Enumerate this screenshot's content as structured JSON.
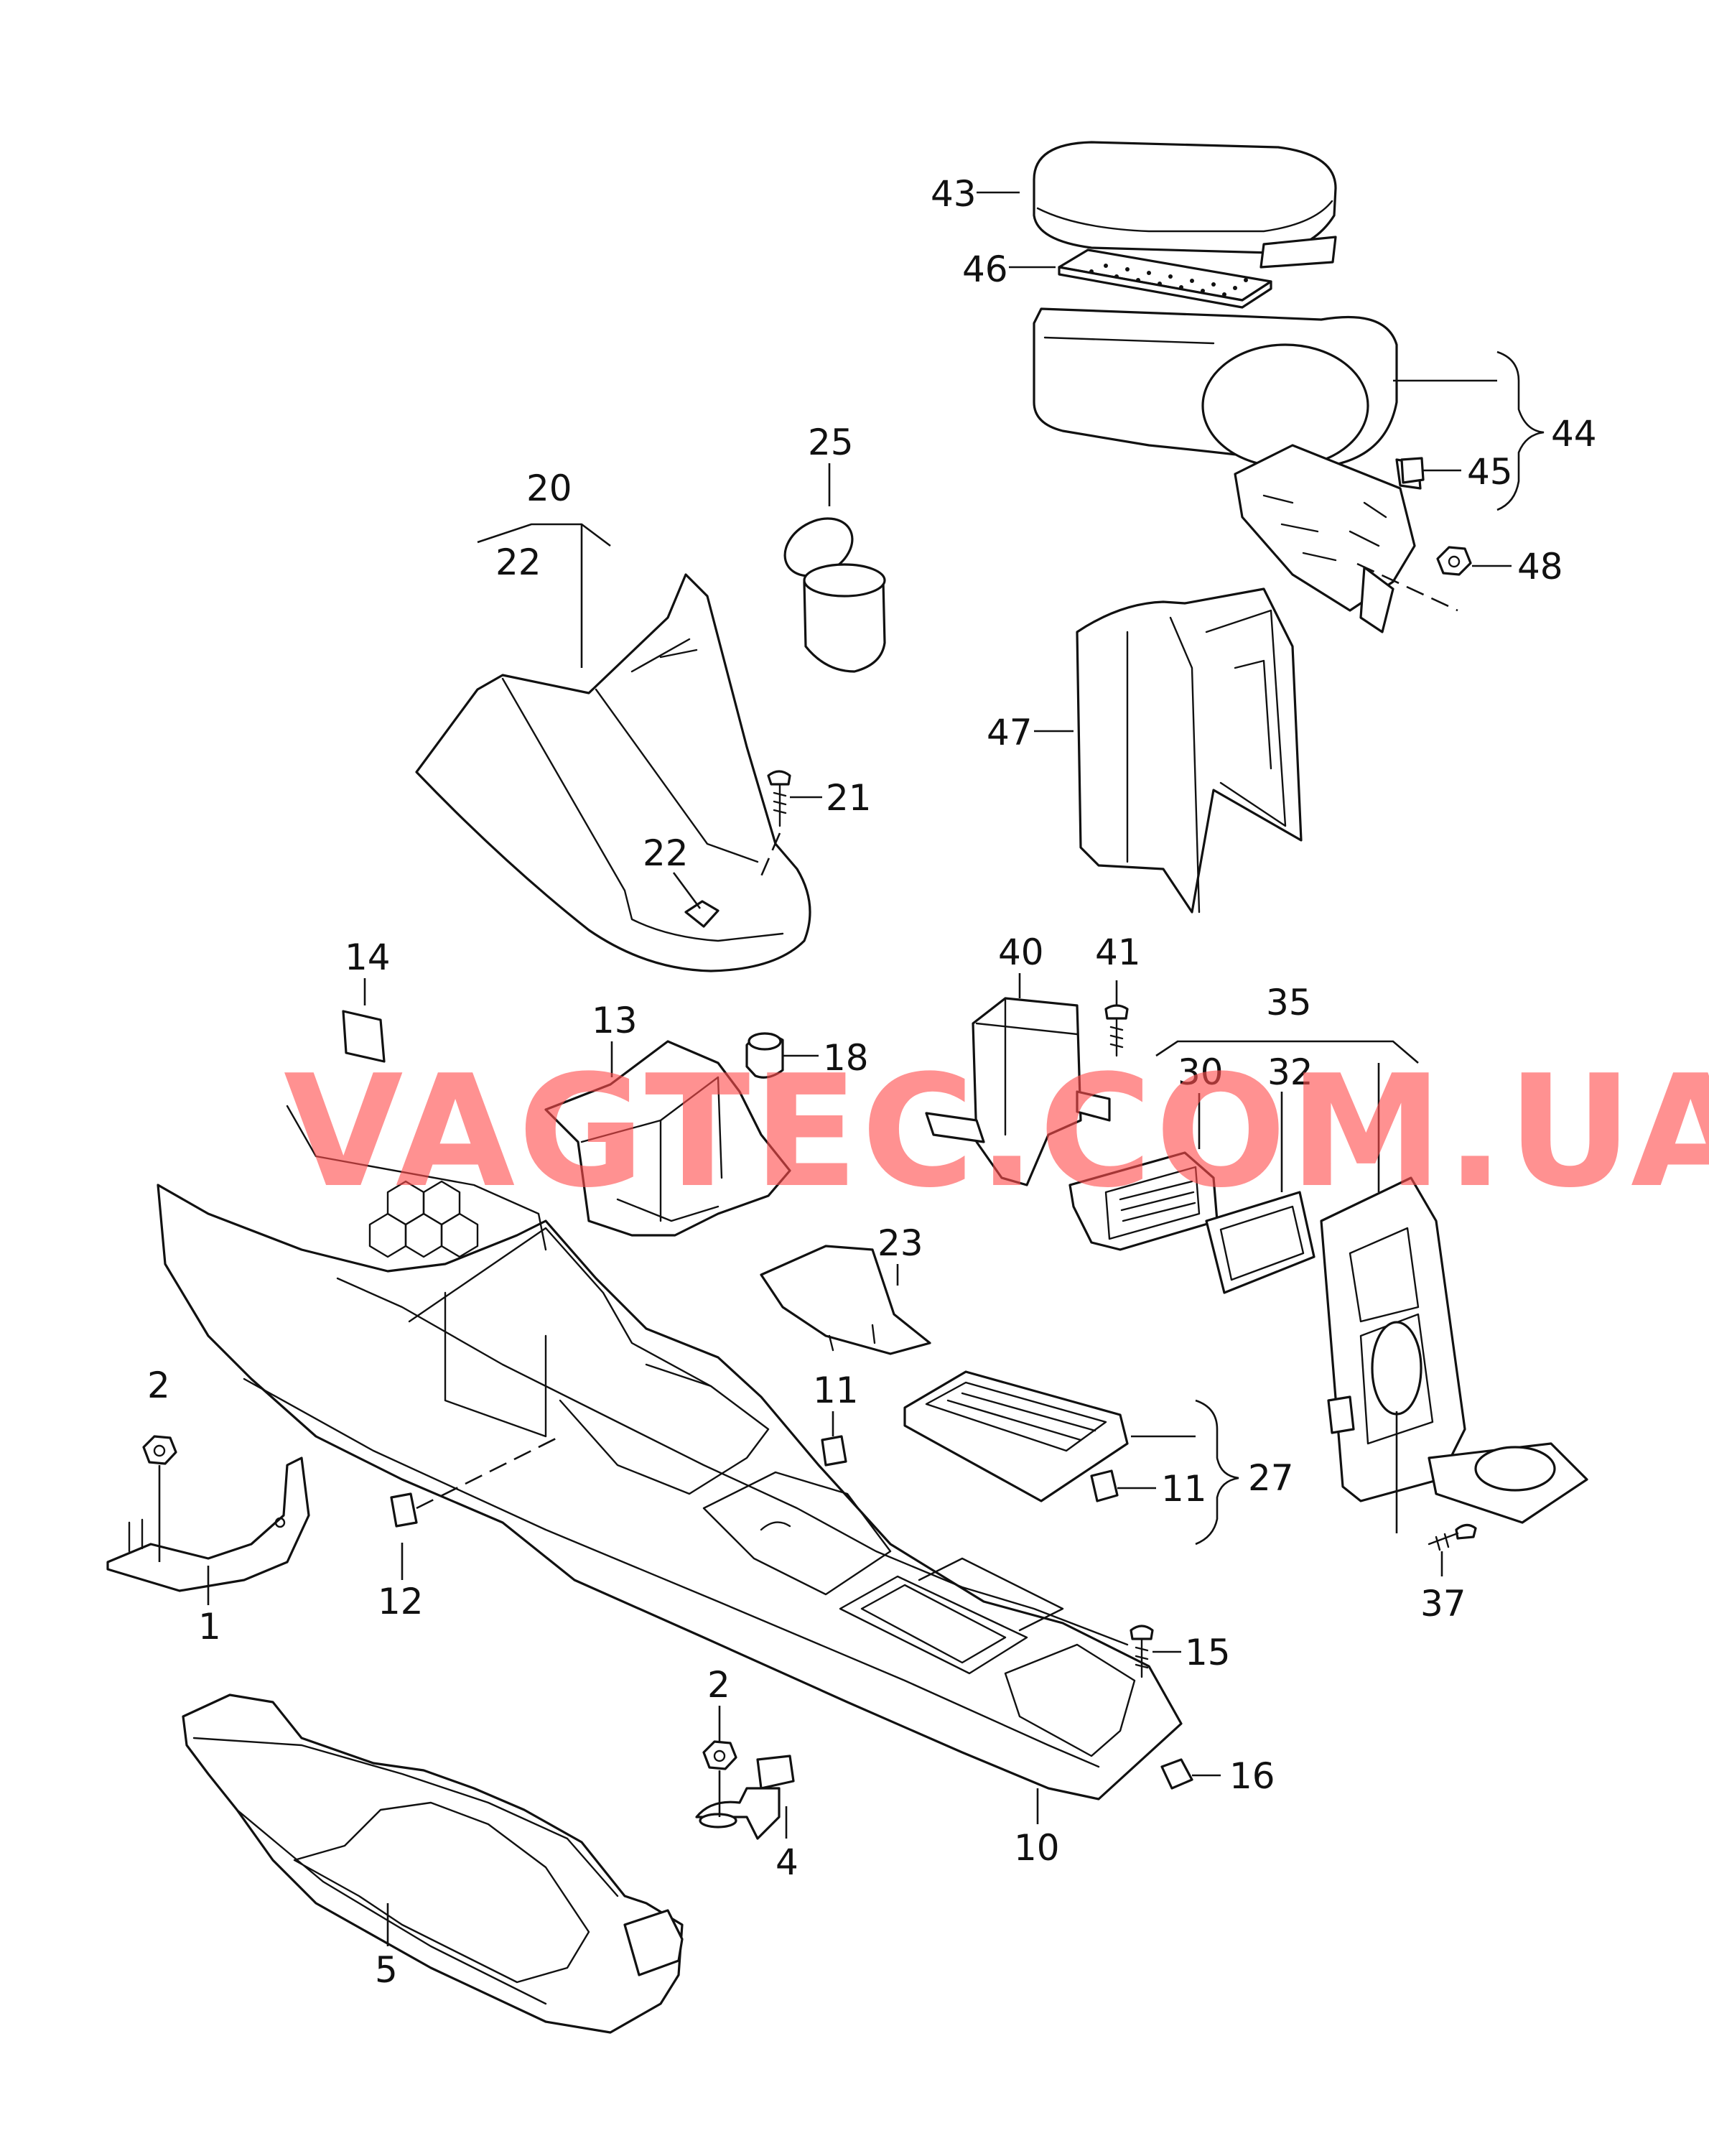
{
  "watermark": {
    "text": "VAGTEC.COM.UA",
    "color": "#ff4d4d"
  },
  "callouts": {
    "c1": "1",
    "c2a": "2",
    "c2b": "2",
    "c4": "4",
    "c5": "5",
    "c10": "10",
    "c11a": "11",
    "c11b": "11",
    "c12": "12",
    "c13": "13",
    "c14": "14",
    "c15": "15",
    "c16": "16",
    "c18": "18",
    "c20": "20",
    "c21": "21",
    "c22a": "22",
    "c22b": "22",
    "c23": "23",
    "c25": "25",
    "c27": "27",
    "c30": "30",
    "c32": "32",
    "c35": "35",
    "c37": "37",
    "c40": "40",
    "c41": "41",
    "c43": "43",
    "c44": "44",
    "c45": "45",
    "c46": "46",
    "c47": "47",
    "c48": "48"
  }
}
